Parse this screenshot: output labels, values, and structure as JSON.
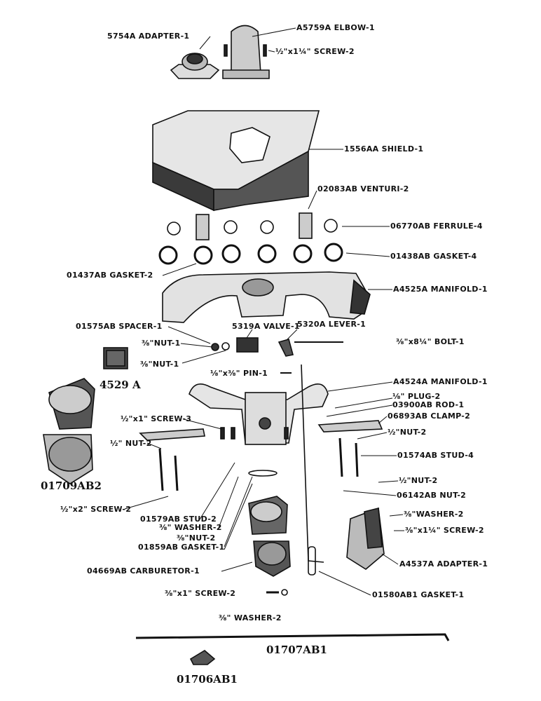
{
  "labels": {
    "adapter_5754a": "5754A ADAPTER-1",
    "elbow_a5759a": "A5759A ELBOW-1",
    "screw_half_1q": "½\"x1¼\" SCREW-2",
    "shield": "1556AA SHIELD-1",
    "venturi": "02083AB VENTURI-2",
    "ferrule": "06770AB FERRULE-4",
    "gasket_01438": "01438AB GASKET-4",
    "gasket_01437": "01437AB GASKET-2",
    "manifold_a4525a": "A4525A MANIFOLD-1",
    "spacer": "01575AB SPACER-1",
    "valve": "5319A VALVE-1",
    "lever": "5320A LEVER-1",
    "nut_38_a": "⅜\"NUT-1",
    "bolt": "⅜\"x8¼\" BOLT-1",
    "nut_38_b": "⅜\"NUT-1",
    "pin": "⅛\"x⅜\" PIN-1",
    "manifold_a4524a": "A4524A MANIFOLD-1",
    "plug": "⅛\" PLUG-2",
    "rod": "03900AB ROD-1",
    "screw_half_1": "½\"x1\" SCREW-3",
    "clamp": "06893AB CLAMP-2",
    "nut_half_a": "½\" NUT-2",
    "nut_half_b": "½\"NUT-2",
    "stud_01574": "01574AB STUD-4",
    "nut_half_c": "½\"NUT-2",
    "nut_06142": "06142AB NUT-2",
    "screw_half_2": "½\"x2\" SCREW-2",
    "stud_01579": "01579AB STUD-2",
    "washer_38_a": "⅜\" WASHER-2",
    "nut_38_c": "⅜\"NUT-2",
    "gasket_01859": "01859AB GASKET-1",
    "washer_38_b": "⅜\"WASHER-2",
    "screw_38_1q": "⅜\"x1¼\" SCREW-2",
    "carburetor": "04669AB CARBURETOR-1",
    "adapter_a4537a": "A4537A ADAPTER-1",
    "screw_38_1": "⅜\"x1\" SCREW-2",
    "gasket_01580": "01580AB1 GASKET-1",
    "washer_38_c": "⅜\" WASHER-2"
  },
  "part_numbers": {
    "p4529a": "4529 A",
    "p01709ab2": "01709AB2",
    "p01707ab1": "01707AB1",
    "p01706ab1": "01706AB1"
  },
  "colors": {
    "ink": "#111111",
    "paper": "#ffffff",
    "shade": "#3a3a3a"
  }
}
